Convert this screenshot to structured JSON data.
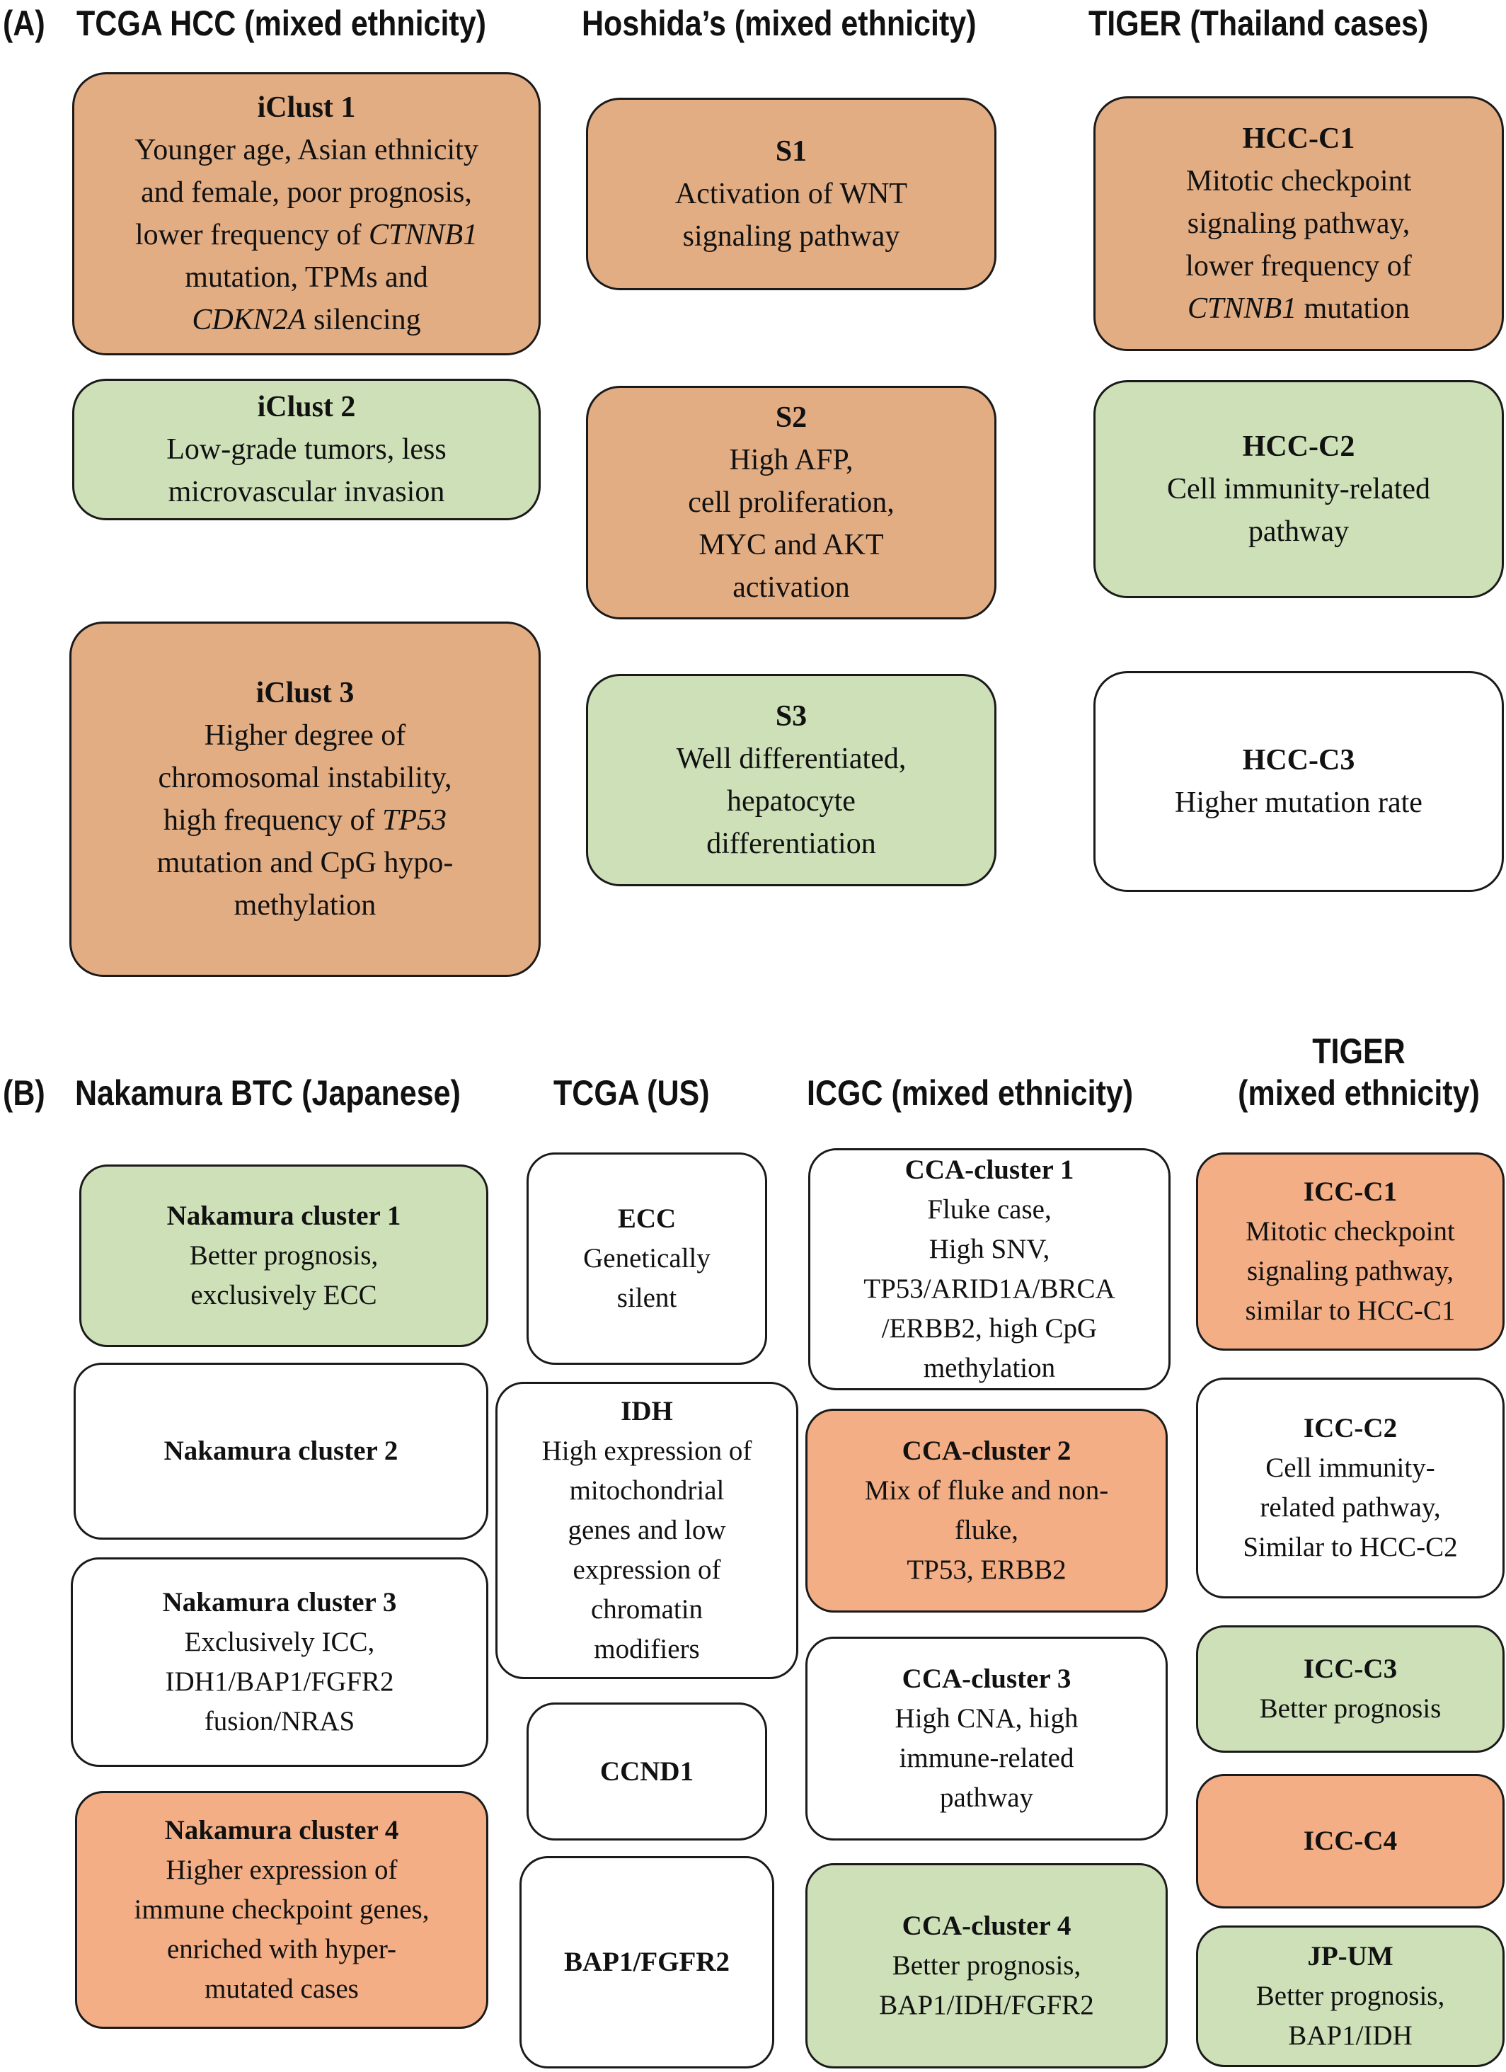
{
  "colors": {
    "orange_a": "#e3ad84",
    "green": "#cde0b8",
    "white": "#ffffff",
    "orange_b": "#f3ae85",
    "border": "#1a1a1a"
  },
  "panel_a": {
    "label": "(A)",
    "columns": [
      {
        "heading": "TCGA HCC (mixed ethnicity)",
        "boxes": [
          {
            "title": "iClust 1",
            "fill": "orange",
            "lines": [
              "Younger age, Asian ethnicity",
              "and female, poor prognosis,",
              "lower frequency of |CTNNB1|",
              "mutation, TPMs and",
              "|CDKN2A| silencing"
            ]
          },
          {
            "title": "iClust 2",
            "fill": "green",
            "lines": [
              "Low-grade tumors, less",
              "microvascular invasion"
            ]
          },
          {
            "title": "iClust 3",
            "fill": "orange",
            "lines": [
              "Higher degree of",
              "chromosomal instability,",
              "high frequency of |TP53|",
              "mutation and CpG hypo-",
              "methylation"
            ]
          }
        ]
      },
      {
        "heading": "Hoshida’s (mixed ethnicity)",
        "boxes": [
          {
            "title": "S1",
            "fill": "orange",
            "lines": [
              "Activation of WNT",
              "signaling pathway"
            ]
          },
          {
            "title": "S2",
            "fill": "orange",
            "lines": [
              "High AFP,",
              "cell proliferation,",
              "MYC and AKT",
              "activation"
            ]
          },
          {
            "title": "S3",
            "fill": "green",
            "lines": [
              "Well differentiated,",
              "hepatocyte",
              "differentiation"
            ]
          }
        ]
      },
      {
        "heading": "TIGER (Thailand cases)",
        "boxes": [
          {
            "title": "HCC-C1",
            "fill": "orange",
            "lines": [
              "Mitotic checkpoint",
              "signaling pathway,",
              "lower frequency of",
              "|CTNNB1| mutation"
            ]
          },
          {
            "title": "HCC-C2",
            "fill": "green",
            "lines": [
              "Cell immunity-related",
              "pathway"
            ]
          },
          {
            "title": "HCC-C3",
            "fill": "white",
            "lines": [
              "Higher mutation rate"
            ]
          }
        ]
      }
    ]
  },
  "panel_b": {
    "label": "(B)",
    "columns": [
      {
        "heading": "Nakamura BTC (Japanese)",
        "boxes": [
          {
            "title": "Nakamura cluster 1",
            "fill": "green",
            "lines": [
              "Better prognosis,",
              "exclusively ECC"
            ]
          },
          {
            "title": "Nakamura cluster 2",
            "fill": "white",
            "lines": []
          },
          {
            "title": "Nakamura cluster 3",
            "fill": "white",
            "lines": [
              "Exclusively ICC,",
              "IDH1/BAP1/FGFR2",
              "fusion/NRAS"
            ]
          },
          {
            "title": "Nakamura cluster 4",
            "fill": "orange",
            "lines": [
              "Higher expression of",
              "immune checkpoint genes,",
              "enriched with hyper-",
              "mutated cases"
            ]
          }
        ]
      },
      {
        "heading": "TCGA (US)",
        "boxes": [
          {
            "title": "ECC",
            "fill": "white",
            "lines": [
              "Genetically",
              "silent"
            ]
          },
          {
            "title": "IDH",
            "fill": "white",
            "lines": [
              "High expression of",
              "mitochondrial",
              "genes and low",
              "expression of",
              "chromatin",
              "modifiers"
            ]
          },
          {
            "title": "CCND1",
            "fill": "white",
            "lines": []
          },
          {
            "title": "BAP1/FGFR2",
            "fill": "white",
            "lines": []
          }
        ]
      },
      {
        "heading": "ICGC (mixed ethnicity)",
        "boxes": [
          {
            "title": "CCA-cluster 1",
            "fill": "white",
            "lines": [
              "Fluke case,",
              "High SNV,",
              "TP53/ARID1A/BRCA",
              "/ERBB2, high CpG",
              "methylation"
            ]
          },
          {
            "title": "CCA-cluster 2",
            "fill": "orange",
            "lines": [
              "Mix of fluke and non-",
              "fluke,",
              "TP53, ERBB2"
            ]
          },
          {
            "title": "CCA-cluster 3",
            "fill": "white",
            "lines": [
              "High CNA, high",
              "immune-related",
              "pathway"
            ]
          },
          {
            "title": "CCA-cluster 4",
            "fill": "green",
            "lines": [
              "Better prognosis,",
              "BAP1/IDH/FGFR2"
            ]
          }
        ]
      },
      {
        "heading": "TIGER",
        "heading2": "(mixed ethnicity)",
        "boxes": [
          {
            "title": "ICC-C1",
            "fill": "orange",
            "lines": [
              "Mitotic checkpoint",
              "signaling pathway,",
              "similar to HCC-C1"
            ]
          },
          {
            "title": "ICC-C2",
            "fill": "white",
            "lines": [
              "Cell immunity-",
              "related pathway,",
              "Similar to HCC-C2"
            ]
          },
          {
            "title": "ICC-C3",
            "fill": "green",
            "lines": [
              "Better prognosis"
            ]
          },
          {
            "title": "ICC-C4",
            "fill": "orange",
            "lines": []
          },
          {
            "title": "JP-UM",
            "fill": "green",
            "lines": [
              "Better prognosis,",
              "BAP1/IDH"
            ]
          }
        ]
      }
    ]
  }
}
